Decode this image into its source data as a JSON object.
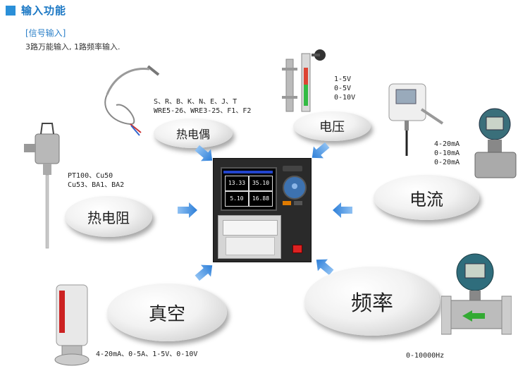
{
  "header": {
    "title": "输入功能"
  },
  "signal": {
    "subtitle": "[信号输入]",
    "description": "3路万能输入, 1路频率输入."
  },
  "recorder": {
    "readouts": [
      "13.33",
      "35.10",
      "5.10",
      "16.88"
    ]
  },
  "inputs": {
    "thermocouple": {
      "label": "热电偶",
      "specs": [
        "S、R、B、K、N、E、J、T",
        "WRE5-26、WRE3-25、F1、F2"
      ]
    },
    "rtd": {
      "label": "热电阻",
      "specs": [
        "PT100、Cu50",
        "Cu53、BA1、BA2"
      ]
    },
    "voltage": {
      "label": "电压",
      "specs": [
        "1-5V",
        "0-5V",
        "0-10V"
      ]
    },
    "current": {
      "label": "电流",
      "specs": [
        "4-20mA",
        "0-10mA",
        "0-20mA"
      ]
    },
    "vacuum": {
      "label": "真空",
      "specs": [
        "4-20mA、0-5A、1-5V、0-10V"
      ]
    },
    "frequency": {
      "label": "频率",
      "specs": [
        "0-10000Hz"
      ]
    }
  },
  "colors": {
    "accent": "#1a77c4",
    "arrow": "#3d8fe0"
  }
}
